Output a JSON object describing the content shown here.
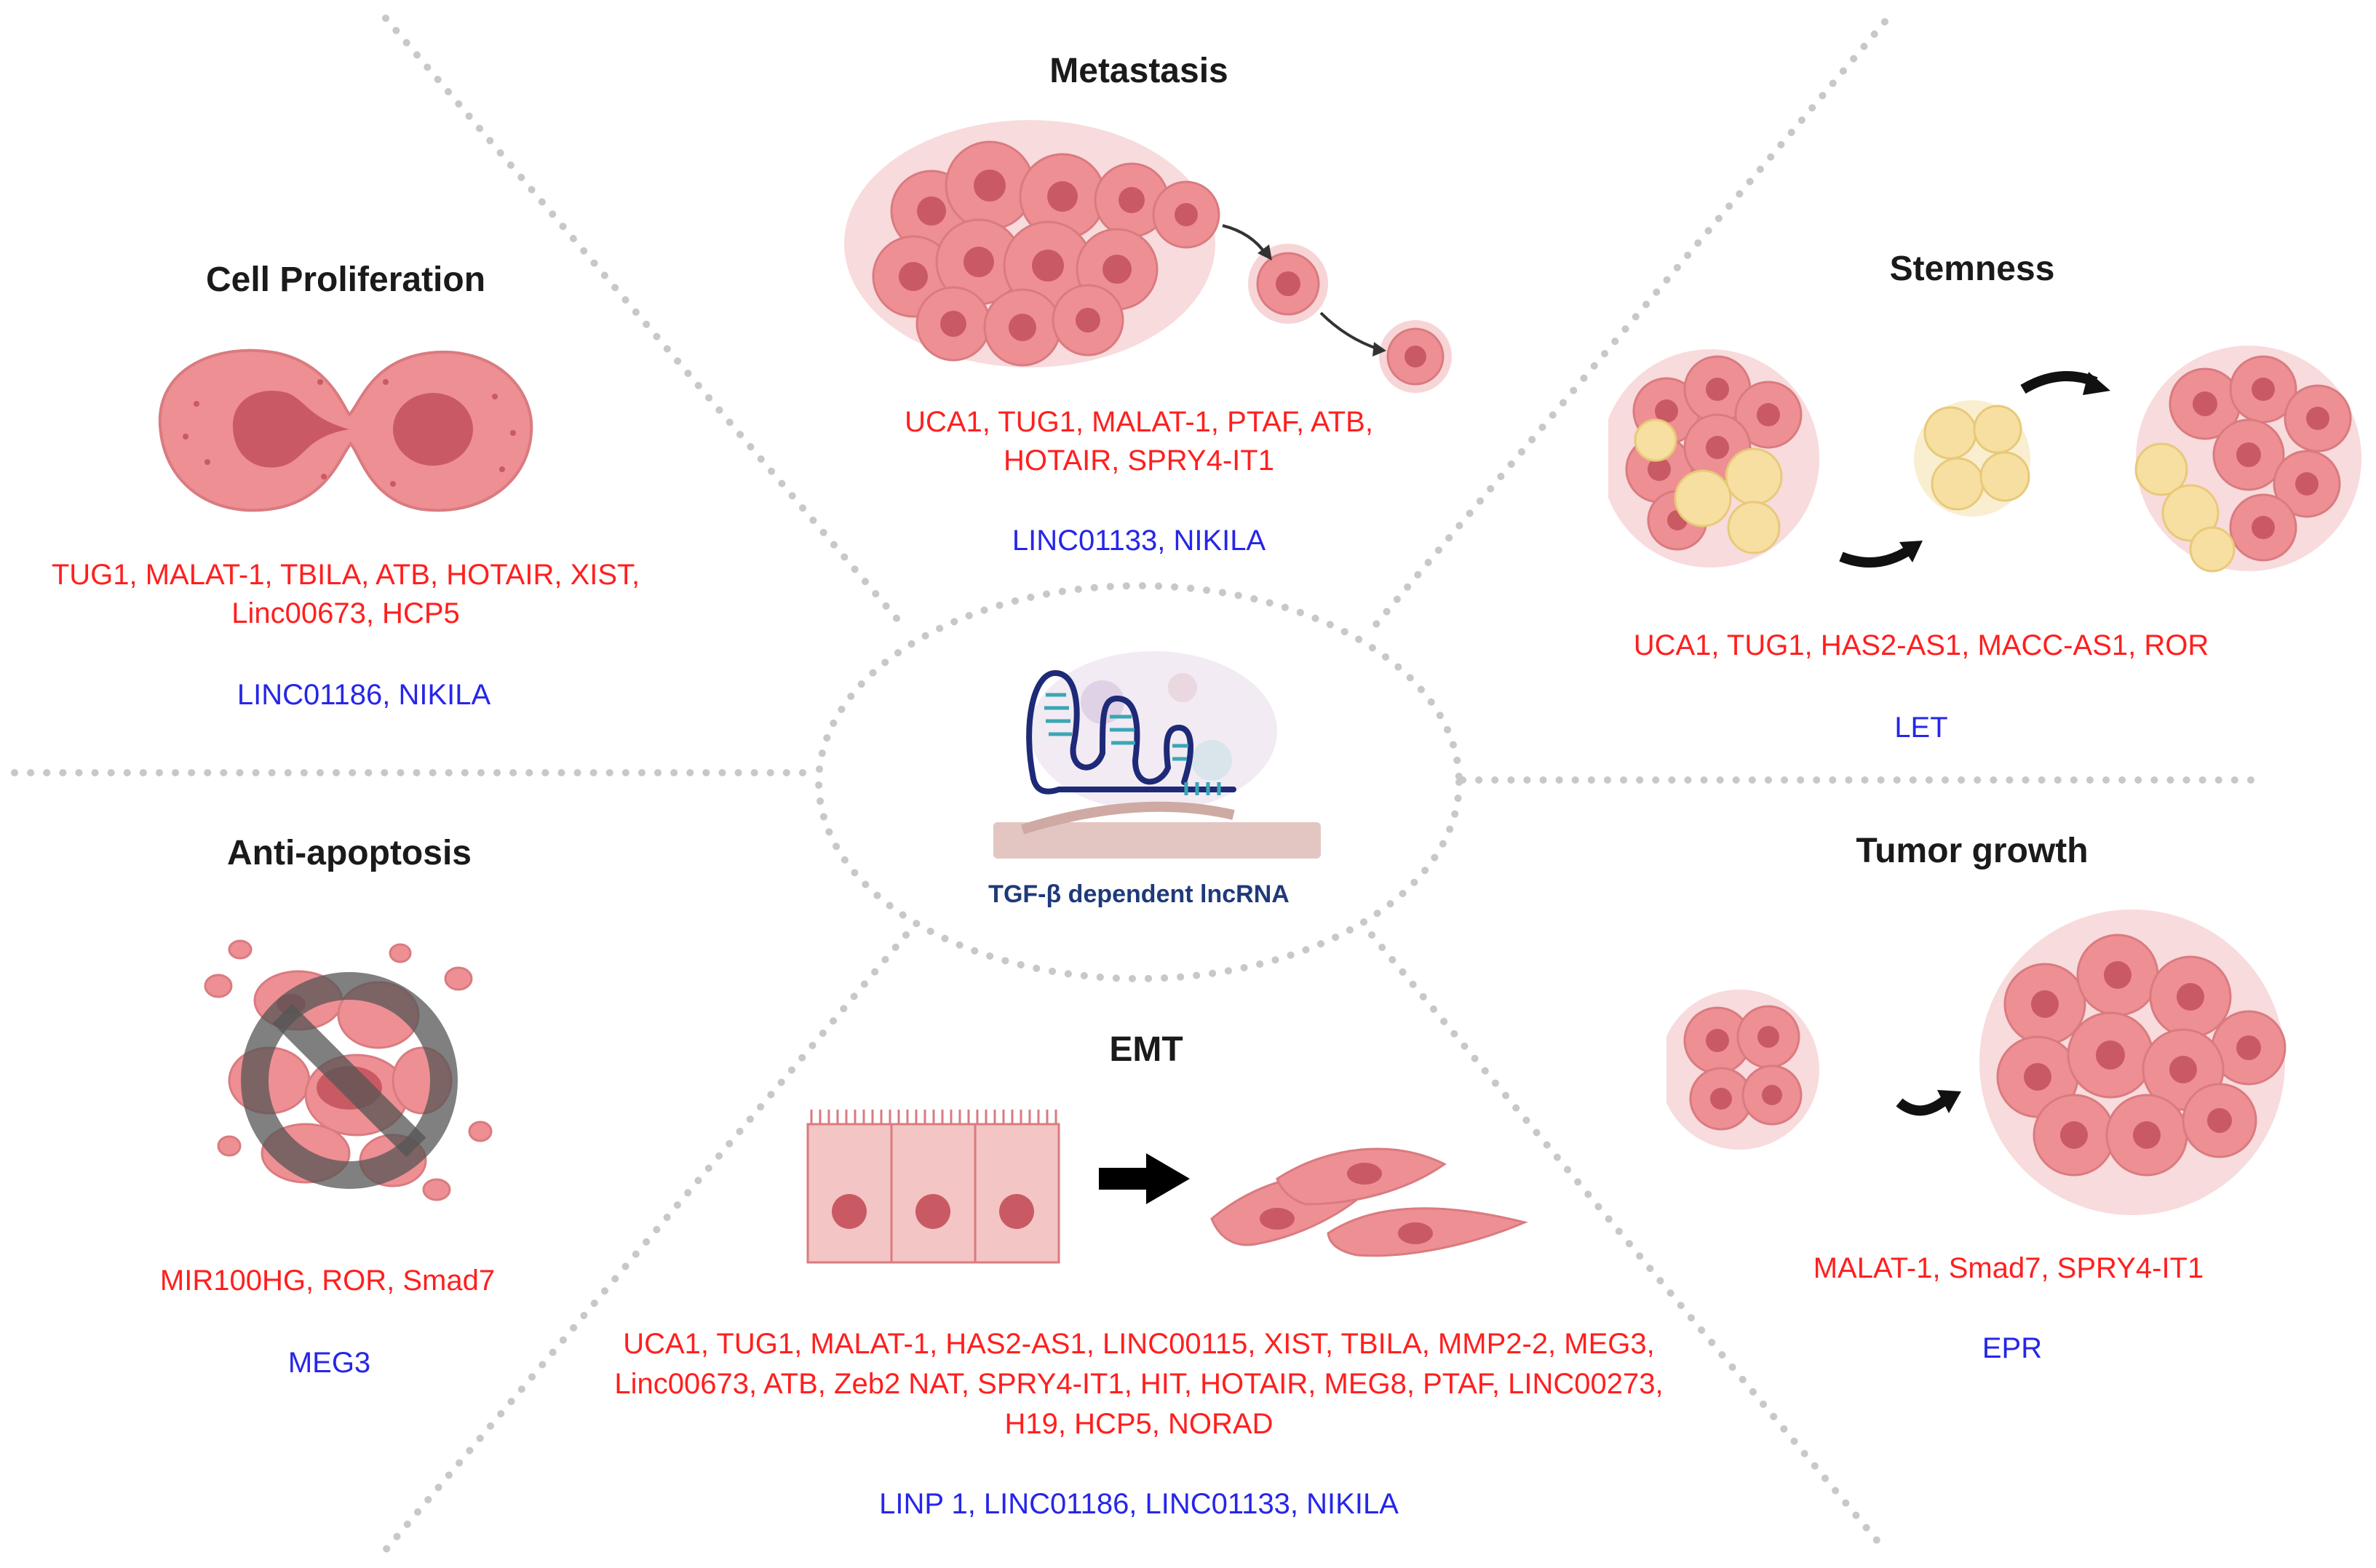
{
  "center": {
    "label": "TGF-β dependent lncRNA"
  },
  "panels": {
    "metastasis": {
      "title": "Metastasis",
      "red_lines": [
        "UCA1, TUG1, MALAT-1, PTAF, ATB,",
        "HOTAIR, SPRY4-IT1"
      ],
      "blue_lines": [
        "LINC01133, NIKILA"
      ]
    },
    "cell_proliferation": {
      "title": "Cell Proliferation",
      "red_lines": [
        "TUG1, MALAT-1, TBILA, ATB, HOTAIR, XIST,",
        "Linc00673, HCP5"
      ],
      "blue_lines": [
        "LINC01186, NIKILA"
      ]
    },
    "stemness": {
      "title": "Stemness",
      "red_lines": [
        "UCA1, TUG1, HAS2-AS1, MACC-AS1, ROR"
      ],
      "blue_lines": [
        "LET"
      ]
    },
    "anti_apoptosis": {
      "title": "Anti-apoptosis",
      "red_lines": [
        "MIR100HG, ROR, Smad7"
      ],
      "blue_lines": [
        "MEG3"
      ]
    },
    "tumor_growth": {
      "title": "Tumor growth",
      "red_lines": [
        "MALAT-1, Smad7, SPRY4-IT1"
      ],
      "blue_lines": [
        "EPR"
      ]
    },
    "emt": {
      "title": "EMT",
      "red_lines": [
        "UCA1, TUG1, MALAT-1, HAS2-AS1, LINC00115, XIST, TBILA, MMP2-2, MEG3,",
        "Linc00673, ATB, Zeb2 NAT, SPRY4-IT1, HIT, HOTAIR, MEG8, PTAF, LINC00273,",
        "H19, HCP5, NORAD"
      ],
      "blue_lines": [
        "LINP 1, LINC01186, LINC01133, NIKILA"
      ]
    }
  },
  "colors": {
    "upregulated_text": "#ff1f1f",
    "downregulated_text": "#2626e8",
    "cell_fill": "#ee8f93",
    "nucleus_fill": "#c95a63",
    "stem_cell_fill": "#f6dfa0",
    "divider": "#c8c8c8"
  }
}
